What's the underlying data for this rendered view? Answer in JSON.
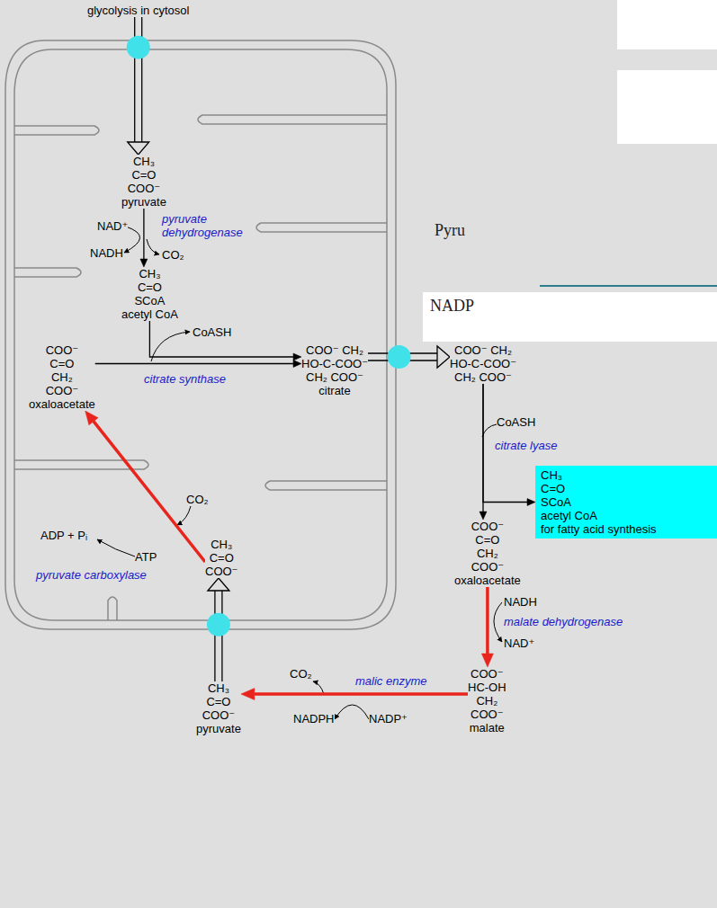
{
  "diagram": {
    "nodes": [
      {
        "text": [
          "glycolysis in cytosol"
        ]
      },
      {
        "text": [
          "CH₃ C=O COO⁻",
          "pyruvate"
        ]
      },
      {
        "text": [
          "CH₃ C=O SCoA",
          "acetyl CoA"
        ]
      },
      {
        "text": [
          "COO⁻ C=O CH₂ COO⁻",
          "oxaloacetate"
        ]
      },
      {
        "text": [
          "COO⁻ CH₂ HO‑C‑COO⁻ CH₂ COO⁻",
          "citrate"
        ]
      },
      {
        "text": [
          "CH₃ C=O COO⁻"
        ]
      },
      {
        "text": [
          "COO⁻ CH₂ HO‑C‑COO⁻ CH₂ COO⁻"
        ]
      },
      {
        "text": [
          "CH₃ C=O SCoA",
          "acetyl CoA",
          "for fatty acid synthesis"
        ]
      },
      {
        "text": [
          "COO⁻ C=O CH₂ COO⁻",
          "oxaloacetate"
        ]
      },
      {
        "text": [
          "COO⁻ HC‑OH CH₂ COO⁻",
          "malate"
        ]
      },
      {
        "text": [
          "CH₃ C=O COO⁻",
          "pyruvate"
        ]
      }
    ],
    "edges": [
      {
        "from": 0,
        "to": 1,
        "arrow": "to"
      },
      {
        "from": 1,
        "to": 2,
        "label": "pyruvate dehydrogenase",
        "arrow": "to"
      },
      {
        "from": 3,
        "to": 4,
        "label": "citrate synthase",
        "arrow": "to"
      },
      {
        "from": 2,
        "to": 4,
        "arrow": "to"
      },
      {
        "from": 4,
        "to": 6,
        "arrow": "to"
      },
      {
        "from": 6,
        "to": 8,
        "label": "citrate lyase",
        "arrow": "to"
      },
      {
        "from": 6,
        "to": 7,
        "arrow": "to"
      },
      {
        "from": 8,
        "to": 9,
        "label": "malate dehydrogenase",
        "arrow": "to"
      },
      {
        "from": 9,
        "to": 10,
        "label": "malic enzyme",
        "arrow": "to"
      },
      {
        "from": 10,
        "to": 5,
        "arrow": "to"
      },
      {
        "from": 5,
        "to": 3,
        "label": "pyruvate carboxylase",
        "arrow": "to"
      }
    ],
    "labels": [
      "NAD⁺",
      "NADH",
      "CO₂",
      "CoASH",
      "Pyru",
      "NADP",
      "CoASH",
      "ADP + Pᵢ",
      "CO₂",
      "ATP",
      "NADH",
      "NAD⁺",
      "CO₂",
      "NADPH",
      "NADP⁺"
    ]
  }
}
